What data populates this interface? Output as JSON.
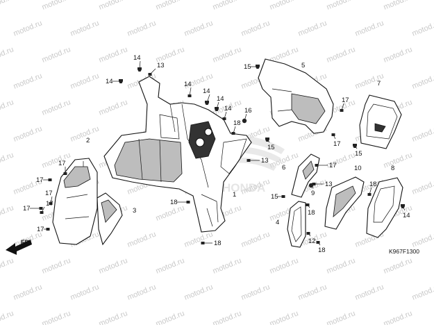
{
  "watermark": {
    "text": "motod.ru",
    "color": "#c9c9c9"
  },
  "diagram_code": "K967F1300",
  "direction_label": "FR.",
  "brand_mark": "HONDA",
  "callouts": [
    {
      "id": "c1",
      "label": "14"
    },
    {
      "id": "c2",
      "label": "13"
    },
    {
      "id": "c3",
      "label": "14"
    },
    {
      "id": "c4",
      "label": "14"
    },
    {
      "id": "c5",
      "label": "14"
    },
    {
      "id": "c6",
      "label": "14"
    },
    {
      "id": "c7",
      "label": "14"
    },
    {
      "id": "c8",
      "label": "16"
    },
    {
      "id": "c9",
      "label": "18"
    },
    {
      "id": "c10",
      "label": "15"
    },
    {
      "id": "c11",
      "label": "5"
    },
    {
      "id": "c12",
      "label": "7"
    },
    {
      "id": "c13",
      "label": "17"
    },
    {
      "id": "c14",
      "label": "17"
    },
    {
      "id": "c15",
      "label": "15"
    },
    {
      "id": "c16",
      "label": "15"
    },
    {
      "id": "c17",
      "label": "2"
    },
    {
      "id": "c18",
      "label": "17"
    },
    {
      "id": "c19",
      "label": "17"
    },
    {
      "id": "c20",
      "label": "17"
    },
    {
      "id": "c21",
      "label": "17"
    },
    {
      "id": "c22",
      "label": "17"
    },
    {
      "id": "c23",
      "label": "17"
    },
    {
      "id": "c24",
      "label": "3"
    },
    {
      "id": "c25",
      "label": "18"
    },
    {
      "id": "c26",
      "label": "1"
    },
    {
      "id": "c27",
      "label": "18"
    },
    {
      "id": "c28",
      "label": "13"
    },
    {
      "id": "c29",
      "label": "6"
    },
    {
      "id": "c30",
      "label": "17"
    },
    {
      "id": "c31",
      "label": "13"
    },
    {
      "id": "c32",
      "label": "15"
    },
    {
      "id": "c33",
      "label": "10"
    },
    {
      "id": "c34",
      "label": "8"
    },
    {
      "id": "c35",
      "label": "18"
    },
    {
      "id": "c36",
      "label": "9"
    },
    {
      "id": "c37",
      "label": "18"
    },
    {
      "id": "c38",
      "label": "4"
    },
    {
      "id": "c39",
      "label": "12"
    },
    {
      "id": "c40",
      "label": "18"
    },
    {
      "id": "c41",
      "label": "14"
    }
  ]
}
